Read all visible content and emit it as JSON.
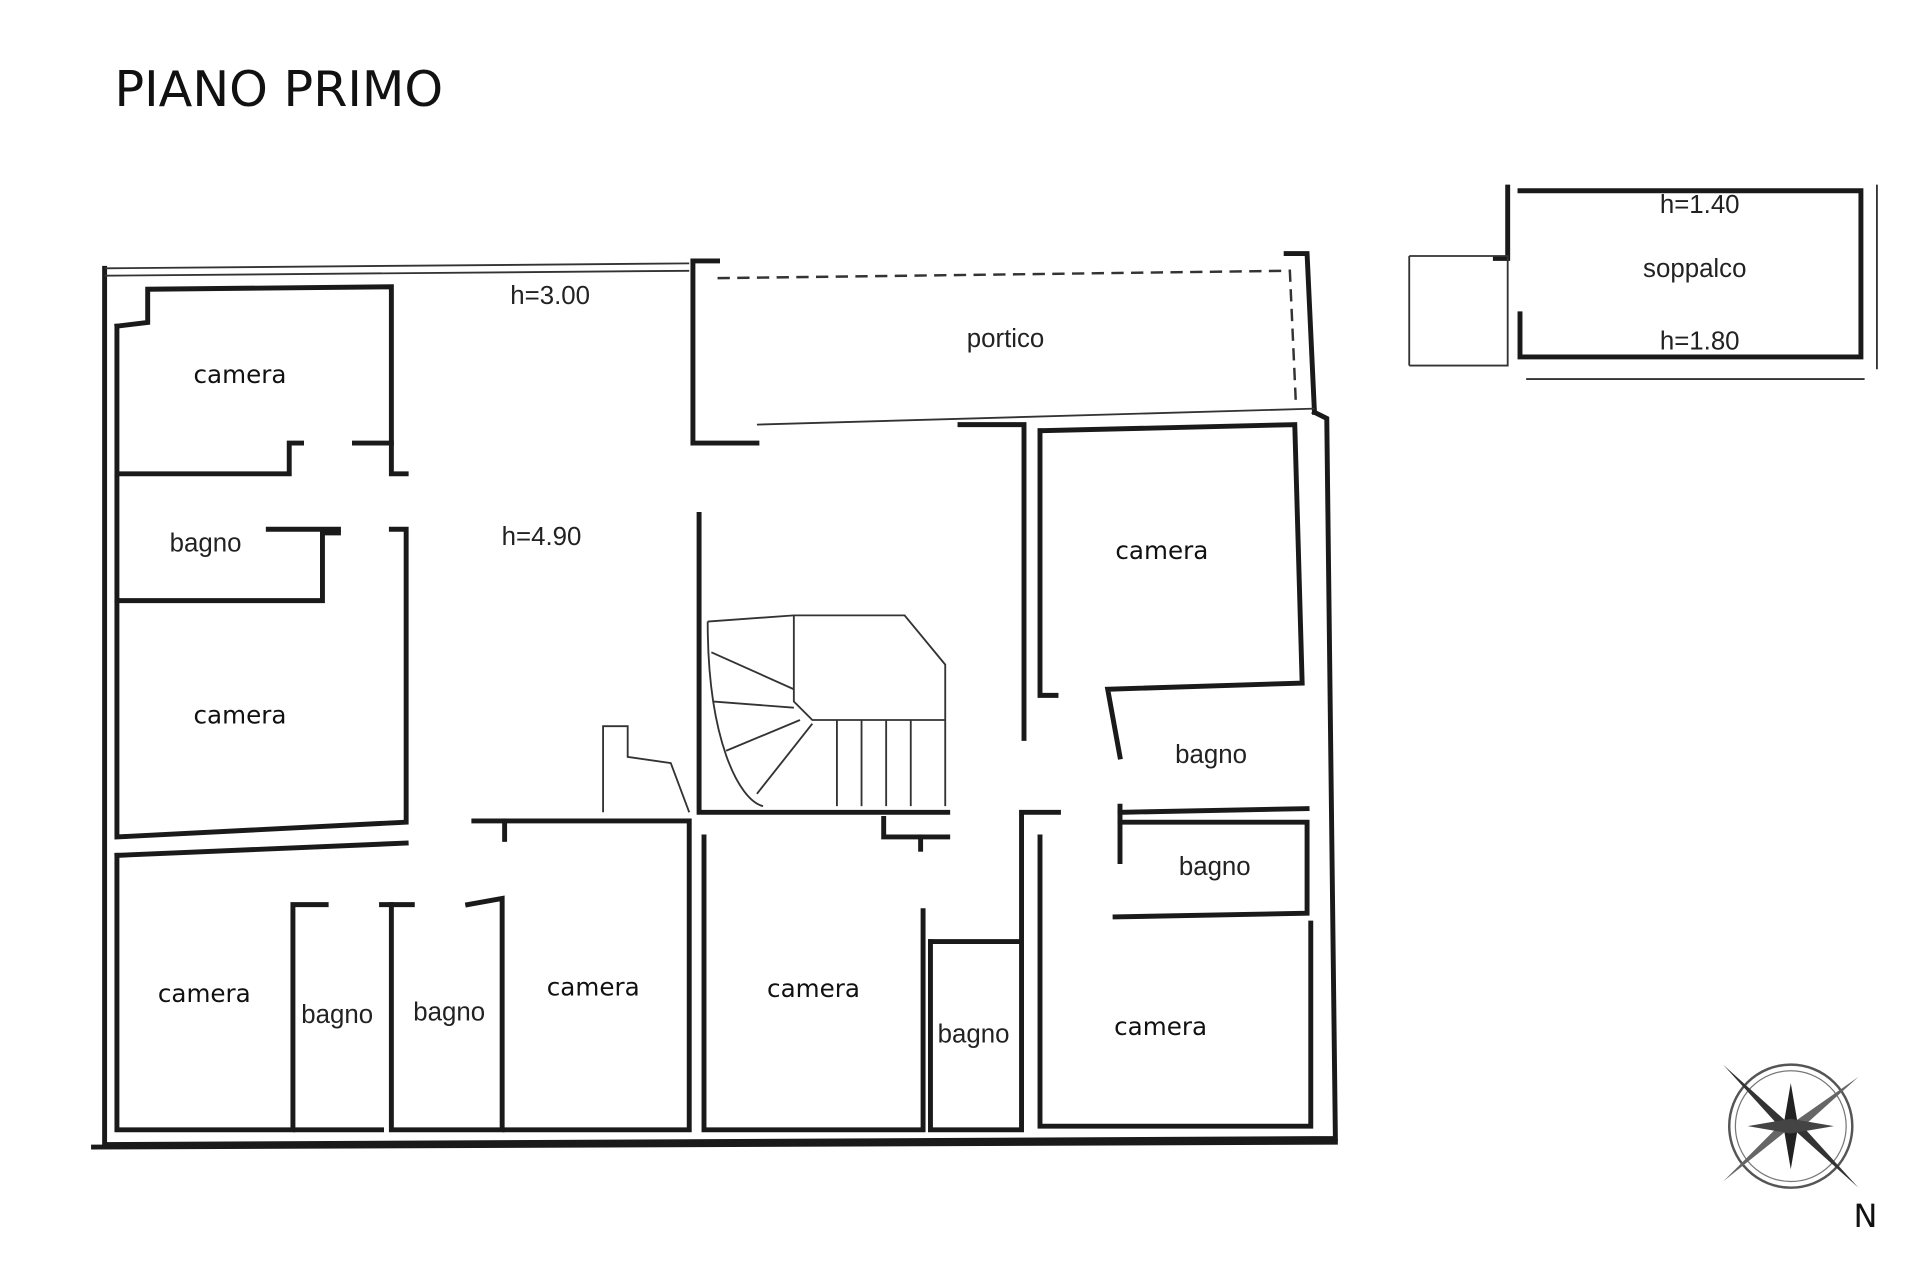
{
  "title": "PIANO PRIMO",
  "north_label": "N",
  "rooms": {
    "camera_nw": "camera",
    "bagno_w": "bagno",
    "hall_height": "h=4.90",
    "camera_w": "camera",
    "camera_sw": "camera",
    "bagno_s1": "bagno",
    "bagno_s2": "bagno",
    "camera_s1": "camera",
    "camera_s2": "camera",
    "bagno_s3": "bagno",
    "camera_se": "camera",
    "camera_e": "camera",
    "bagno_e1": "bagno",
    "bagno_e2": "bagno",
    "portico": "portico",
    "top_height": "h=3.00"
  },
  "mezzanine": {
    "label": "soppalco",
    "height_top": "h=1.40",
    "height_bottom": "h=1.80"
  }
}
